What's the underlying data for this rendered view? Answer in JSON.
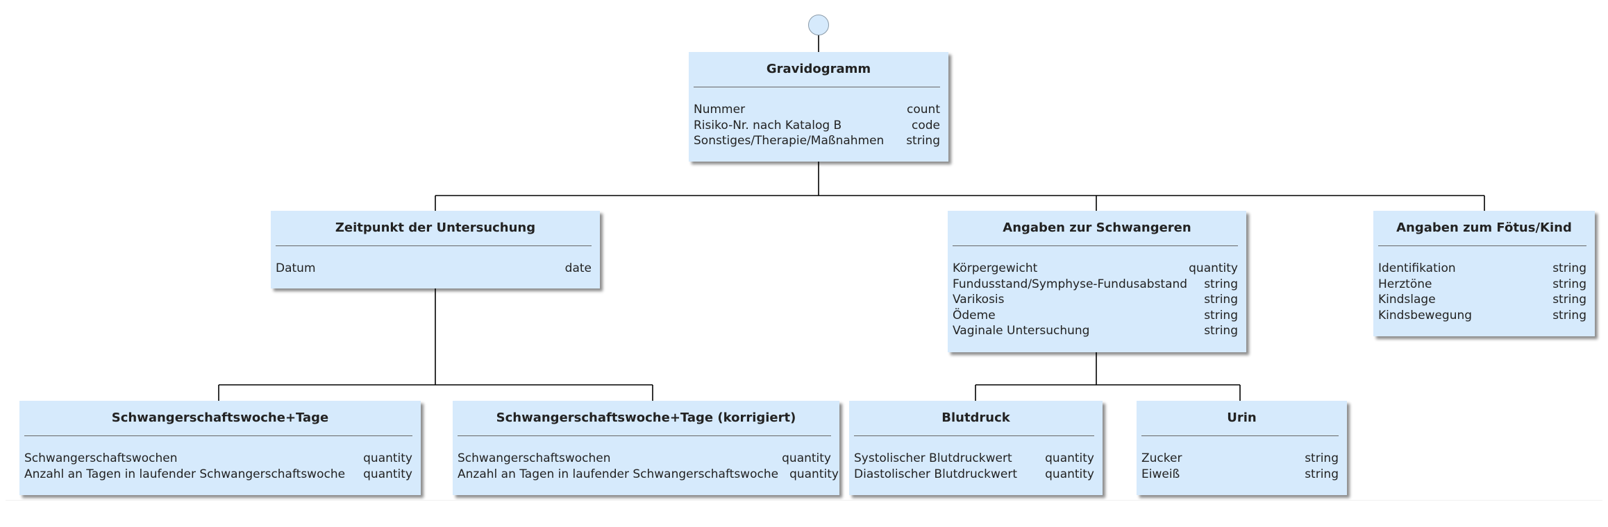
{
  "nodes": {
    "gravidogramm": {
      "title": "Gravidogramm",
      "rows": [
        {
          "name": "Nummer",
          "type": "count"
        },
        {
          "name": "Risiko-Nr. nach Katalog B",
          "type": "code"
        },
        {
          "name": "Sonstiges/Therapie/Maßnahmen",
          "type": "string"
        }
      ]
    },
    "zeitpunkt": {
      "title": "Zeitpunkt der Untersuchung",
      "rows": [
        {
          "name": "Datum",
          "type": "date"
        }
      ]
    },
    "schwangere": {
      "title": "Angaben zur Schwangeren",
      "rows": [
        {
          "name": "Körpergewicht",
          "type": "quantity"
        },
        {
          "name": "Fundusstand/Symphyse-Fundusabstand",
          "type": "string"
        },
        {
          "name": "Varikosis",
          "type": "string"
        },
        {
          "name": "Ödeme",
          "type": "string"
        },
        {
          "name": "Vaginale Untersuchung",
          "type": "string"
        }
      ]
    },
    "foetus": {
      "title": "Angaben zum Fötus/Kind",
      "rows": [
        {
          "name": "Identifikation",
          "type": "string"
        },
        {
          "name": "Herztöne",
          "type": "string"
        },
        {
          "name": "Kindslage",
          "type": "string"
        },
        {
          "name": "Kindsbewegung",
          "type": "string"
        }
      ]
    },
    "ssw": {
      "title": "Schwangerschaftswoche+Tage",
      "rows": [
        {
          "name": "Schwangerschaftswochen",
          "type": "quantity"
        },
        {
          "name": "Anzahl an Tagen in laufender Schwangerschaftswoche",
          "type": "quantity"
        }
      ]
    },
    "ssw_korr": {
      "title": "Schwangerschaftswoche+Tage (korrigiert)",
      "rows": [
        {
          "name": "Schwangerschaftswochen",
          "type": "quantity"
        },
        {
          "name": "Anzahl an Tagen in laufender Schwangerschaftswoche",
          "type": "quantity"
        }
      ]
    },
    "blutdruck": {
      "title": "Blutdruck",
      "rows": [
        {
          "name": "Systolischer Blutdruckwert",
          "type": "quantity"
        },
        {
          "name": "Diastolischer Blutdruckwert",
          "type": "quantity"
        }
      ]
    },
    "urin": {
      "title": "Urin",
      "rows": [
        {
          "name": "Zucker",
          "type": "string"
        },
        {
          "name": "Eiweiß",
          "type": "string"
        }
      ]
    }
  },
  "colors": {
    "box_fill": "#d6eafc",
    "connector": "#000000"
  }
}
